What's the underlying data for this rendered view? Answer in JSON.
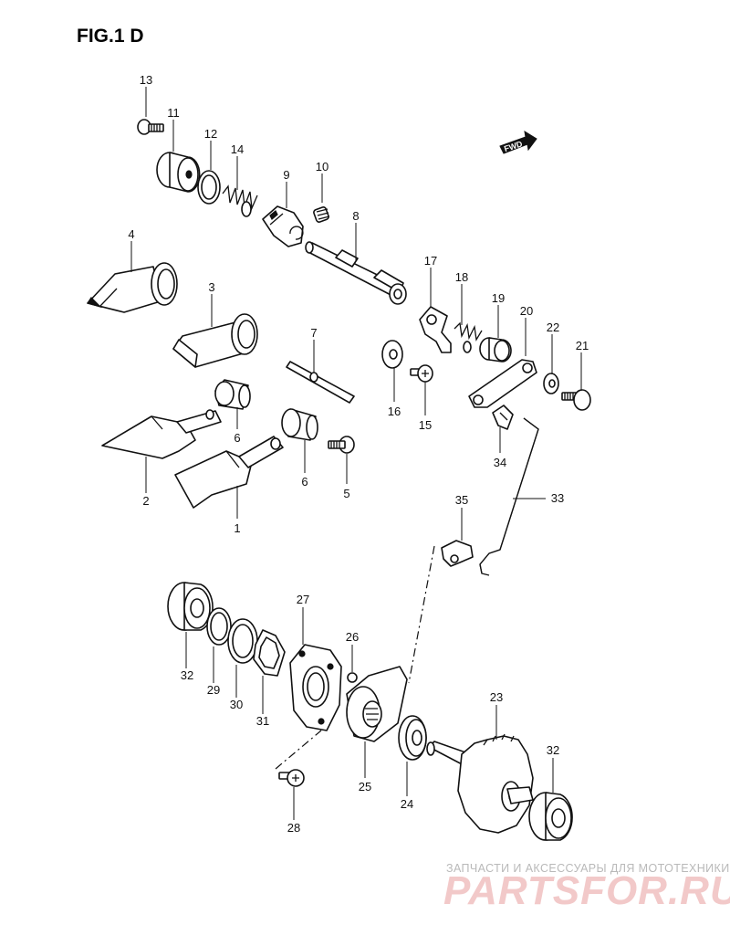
{
  "figure": {
    "title": "FIG.1 D"
  },
  "direction_badge": {
    "text": "FWD"
  },
  "parts": [
    {
      "id": "1",
      "label": "1"
    },
    {
      "id": "2",
      "label": "2"
    },
    {
      "id": "3",
      "label": "3"
    },
    {
      "id": "4",
      "label": "4"
    },
    {
      "id": "5",
      "label": "5"
    },
    {
      "id": "6a",
      "label": "6"
    },
    {
      "id": "6b",
      "label": "6"
    },
    {
      "id": "7",
      "label": "7"
    },
    {
      "id": "8",
      "label": "8"
    },
    {
      "id": "9",
      "label": "9"
    },
    {
      "id": "10",
      "label": "10"
    },
    {
      "id": "11",
      "label": "11"
    },
    {
      "id": "12",
      "label": "12"
    },
    {
      "id": "13",
      "label": "13"
    },
    {
      "id": "14",
      "label": "14"
    },
    {
      "id": "15",
      "label": "15"
    },
    {
      "id": "16",
      "label": "16"
    },
    {
      "id": "17",
      "label": "17"
    },
    {
      "id": "18",
      "label": "18"
    },
    {
      "id": "19",
      "label": "19"
    },
    {
      "id": "20",
      "label": "20"
    },
    {
      "id": "21",
      "label": "21"
    },
    {
      "id": "22",
      "label": "22"
    },
    {
      "id": "23",
      "label": "23"
    },
    {
      "id": "24",
      "label": "24"
    },
    {
      "id": "25",
      "label": "25"
    },
    {
      "id": "26",
      "label": "26"
    },
    {
      "id": "27",
      "label": "27"
    },
    {
      "id": "28",
      "label": "28"
    },
    {
      "id": "29",
      "label": "29"
    },
    {
      "id": "30",
      "label": "30"
    },
    {
      "id": "31",
      "label": "31"
    },
    {
      "id": "32a",
      "label": "32"
    },
    {
      "id": "32b",
      "label": "32"
    },
    {
      "id": "33",
      "label": "33"
    },
    {
      "id": "34",
      "label": "34"
    },
    {
      "id": "35",
      "label": "35"
    }
  ],
  "watermark": {
    "line1": "ЗАПЧАСТИ И АКСЕССУАРЫ ДЛЯ МОТОТЕХНИКИ",
    "brand": "PARTSFOR.RU"
  }
}
